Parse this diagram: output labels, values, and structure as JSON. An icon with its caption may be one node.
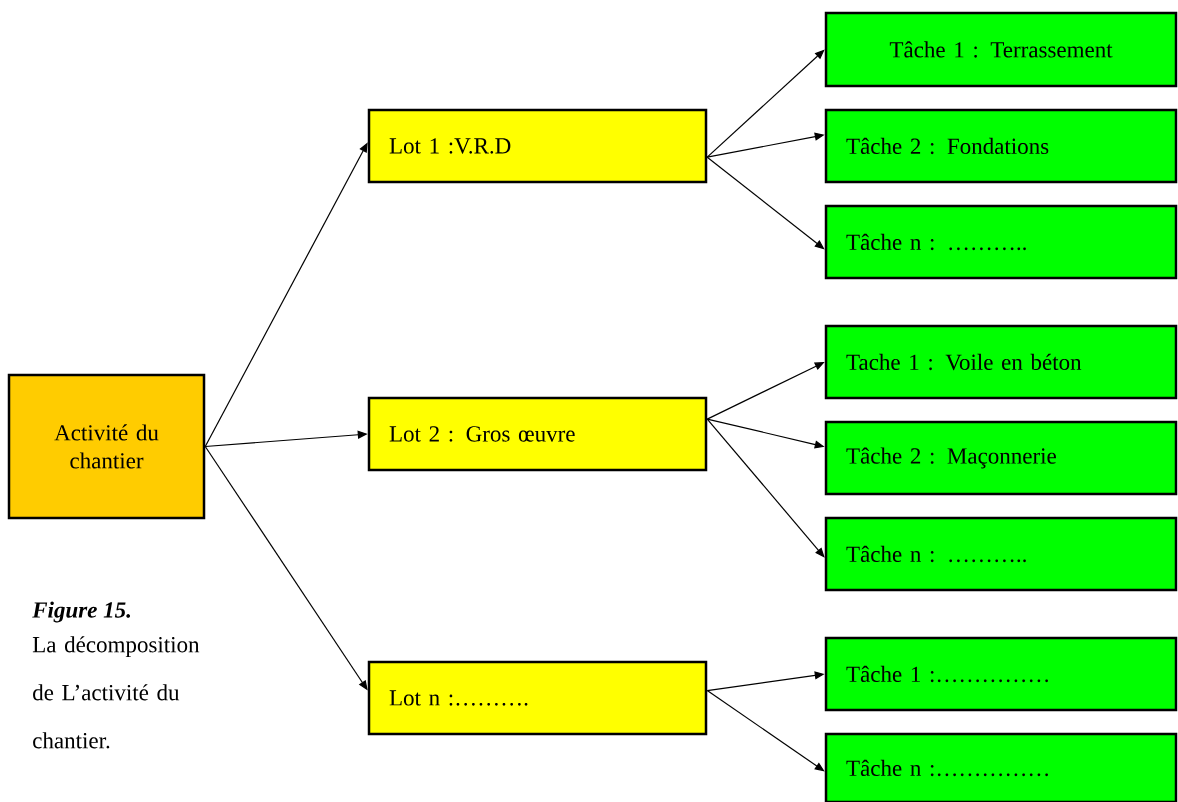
{
  "diagram": {
    "caption": "La décomposition de L’activité du chantier.",
    "nodes": [
      {
        "text": [
          "Activité du chantier"
        ]
      },
      {
        "text": [
          "Lot 1 :V.R.D"
        ]
      },
      {
        "text": [
          "Lot 2 : Gros œuvre"
        ]
      },
      {
        "text": [
          "Lot n :………."
        ]
      },
      {
        "text": [
          "Tâche 1 : Terrassement"
        ]
      },
      {
        "text": [
          "Tâche 2 : Fondations"
        ]
      },
      {
        "text": [
          "Tâche n : ……….."
        ]
      },
      {
        "text": [
          "Tache 1 : Voile en béton"
        ]
      },
      {
        "text": [
          "Tâche 2 : Maçonnerie"
        ]
      },
      {
        "text": [
          "Tâche n : ……….."
        ]
      },
      {
        "text": [
          "Tâche 1 :……………"
        ]
      },
      {
        "text": [
          "Tâche n :……………"
        ]
      }
    ],
    "edges": [
      {
        "from": 0,
        "to": 1,
        "arrow": "to"
      },
      {
        "from": 0,
        "to": 2,
        "arrow": "to"
      },
      {
        "from": 0,
        "to": 3,
        "arrow": "to"
      },
      {
        "from": 1,
        "to": 4,
        "arrow": "to"
      },
      {
        "from": 1,
        "to": 5,
        "arrow": "to"
      },
      {
        "from": 1,
        "to": 6,
        "arrow": "to"
      },
      {
        "from": 2,
        "to": 7,
        "arrow": "to"
      },
      {
        "from": 2,
        "to": 8,
        "arrow": "to"
      },
      {
        "from": 2,
        "to": 9,
        "arrow": "to"
      },
      {
        "from": 3,
        "to": 10,
        "arrow": "to"
      },
      {
        "from": 3,
        "to": 11,
        "arrow": "to"
      }
    ],
    "labels": [
      "Figure 15."
    ]
  }
}
